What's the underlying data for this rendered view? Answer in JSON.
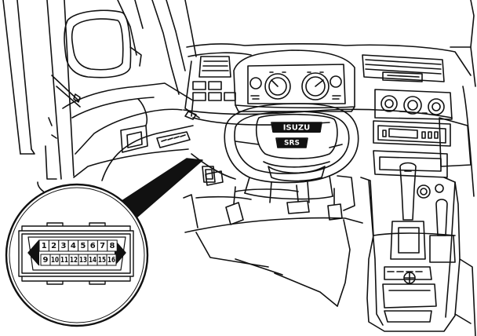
{
  "steering_logo": "ISUZU",
  "airbag_label": "SRS",
  "connector": {
    "top_row": [
      "1",
      "2",
      "3",
      "4",
      "5",
      "6",
      "7",
      "8"
    ],
    "bottom_row": [
      "9",
      "10",
      "11",
      "12",
      "13",
      "14",
      "15",
      "16"
    ]
  }
}
